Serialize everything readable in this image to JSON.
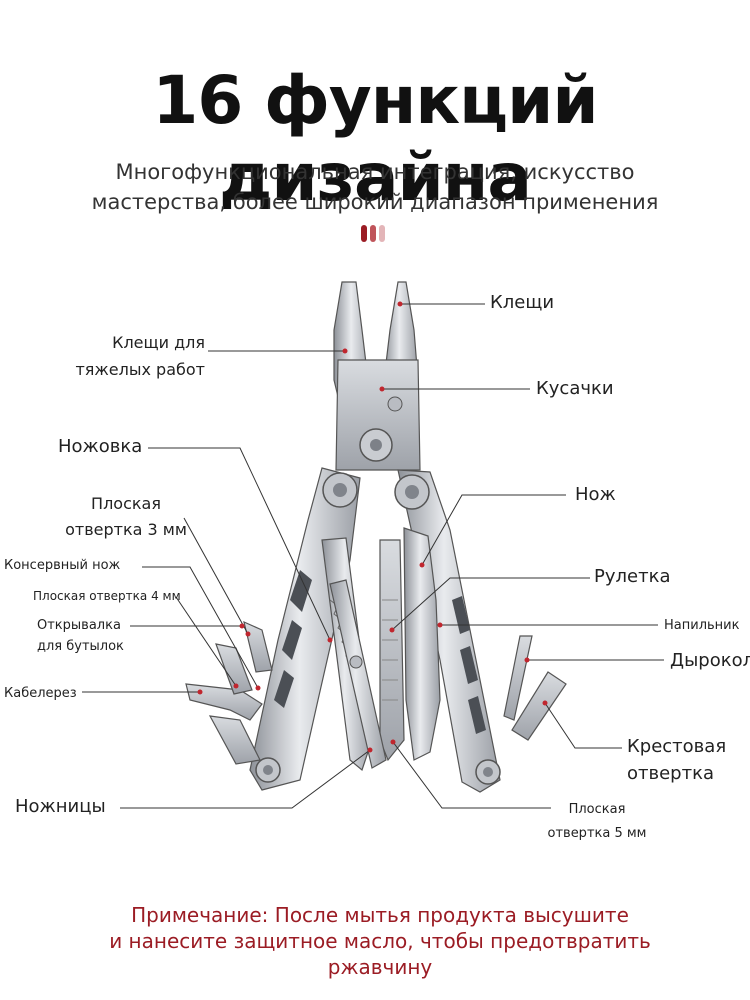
{
  "header": {
    "title": "16 функций дизайна",
    "subtitle_line1": "Многофункциональная интеграция, искусство",
    "subtitle_line2": "мастерства, более широкий диапазон применения"
  },
  "colors": {
    "accent_dark": "#9b1c24",
    "accent_mid": "#c0545a",
    "accent_light": "#e3b5b8",
    "marker": "#c0262e"
  },
  "labels": {
    "pliers": "Клещи",
    "heavy_pliers_1": "Клещи для",
    "heavy_pliers_2": "тяжелых работ",
    "wire_cutters": "Кусачки",
    "saw": "Ножовка",
    "flat3_1": "Плоская",
    "flat3_2": "отвертка 3 мм",
    "knife": "Нож",
    "can_opener": "Консервный нож",
    "tape": "Рулетка",
    "flat4": "Плоская отвертка 4 мм",
    "bottle_1": "Открывалка",
    "bottle_2": "для бутылок",
    "file": "Напильник",
    "awl": "Дырокол",
    "stripper": "Кабелерез",
    "phillips_1": "Крестовая",
    "phillips_2": "отвертка",
    "scissors": "Ножницы",
    "flat5_1": "Плоская",
    "flat5_2": "отвертка 5 мм"
  },
  "note": {
    "line1": "Примечание: После мытья продукта высушите",
    "line2": "и нанесите защитное масло, чтобы предотвратить",
    "line3": "ржавчину"
  }
}
